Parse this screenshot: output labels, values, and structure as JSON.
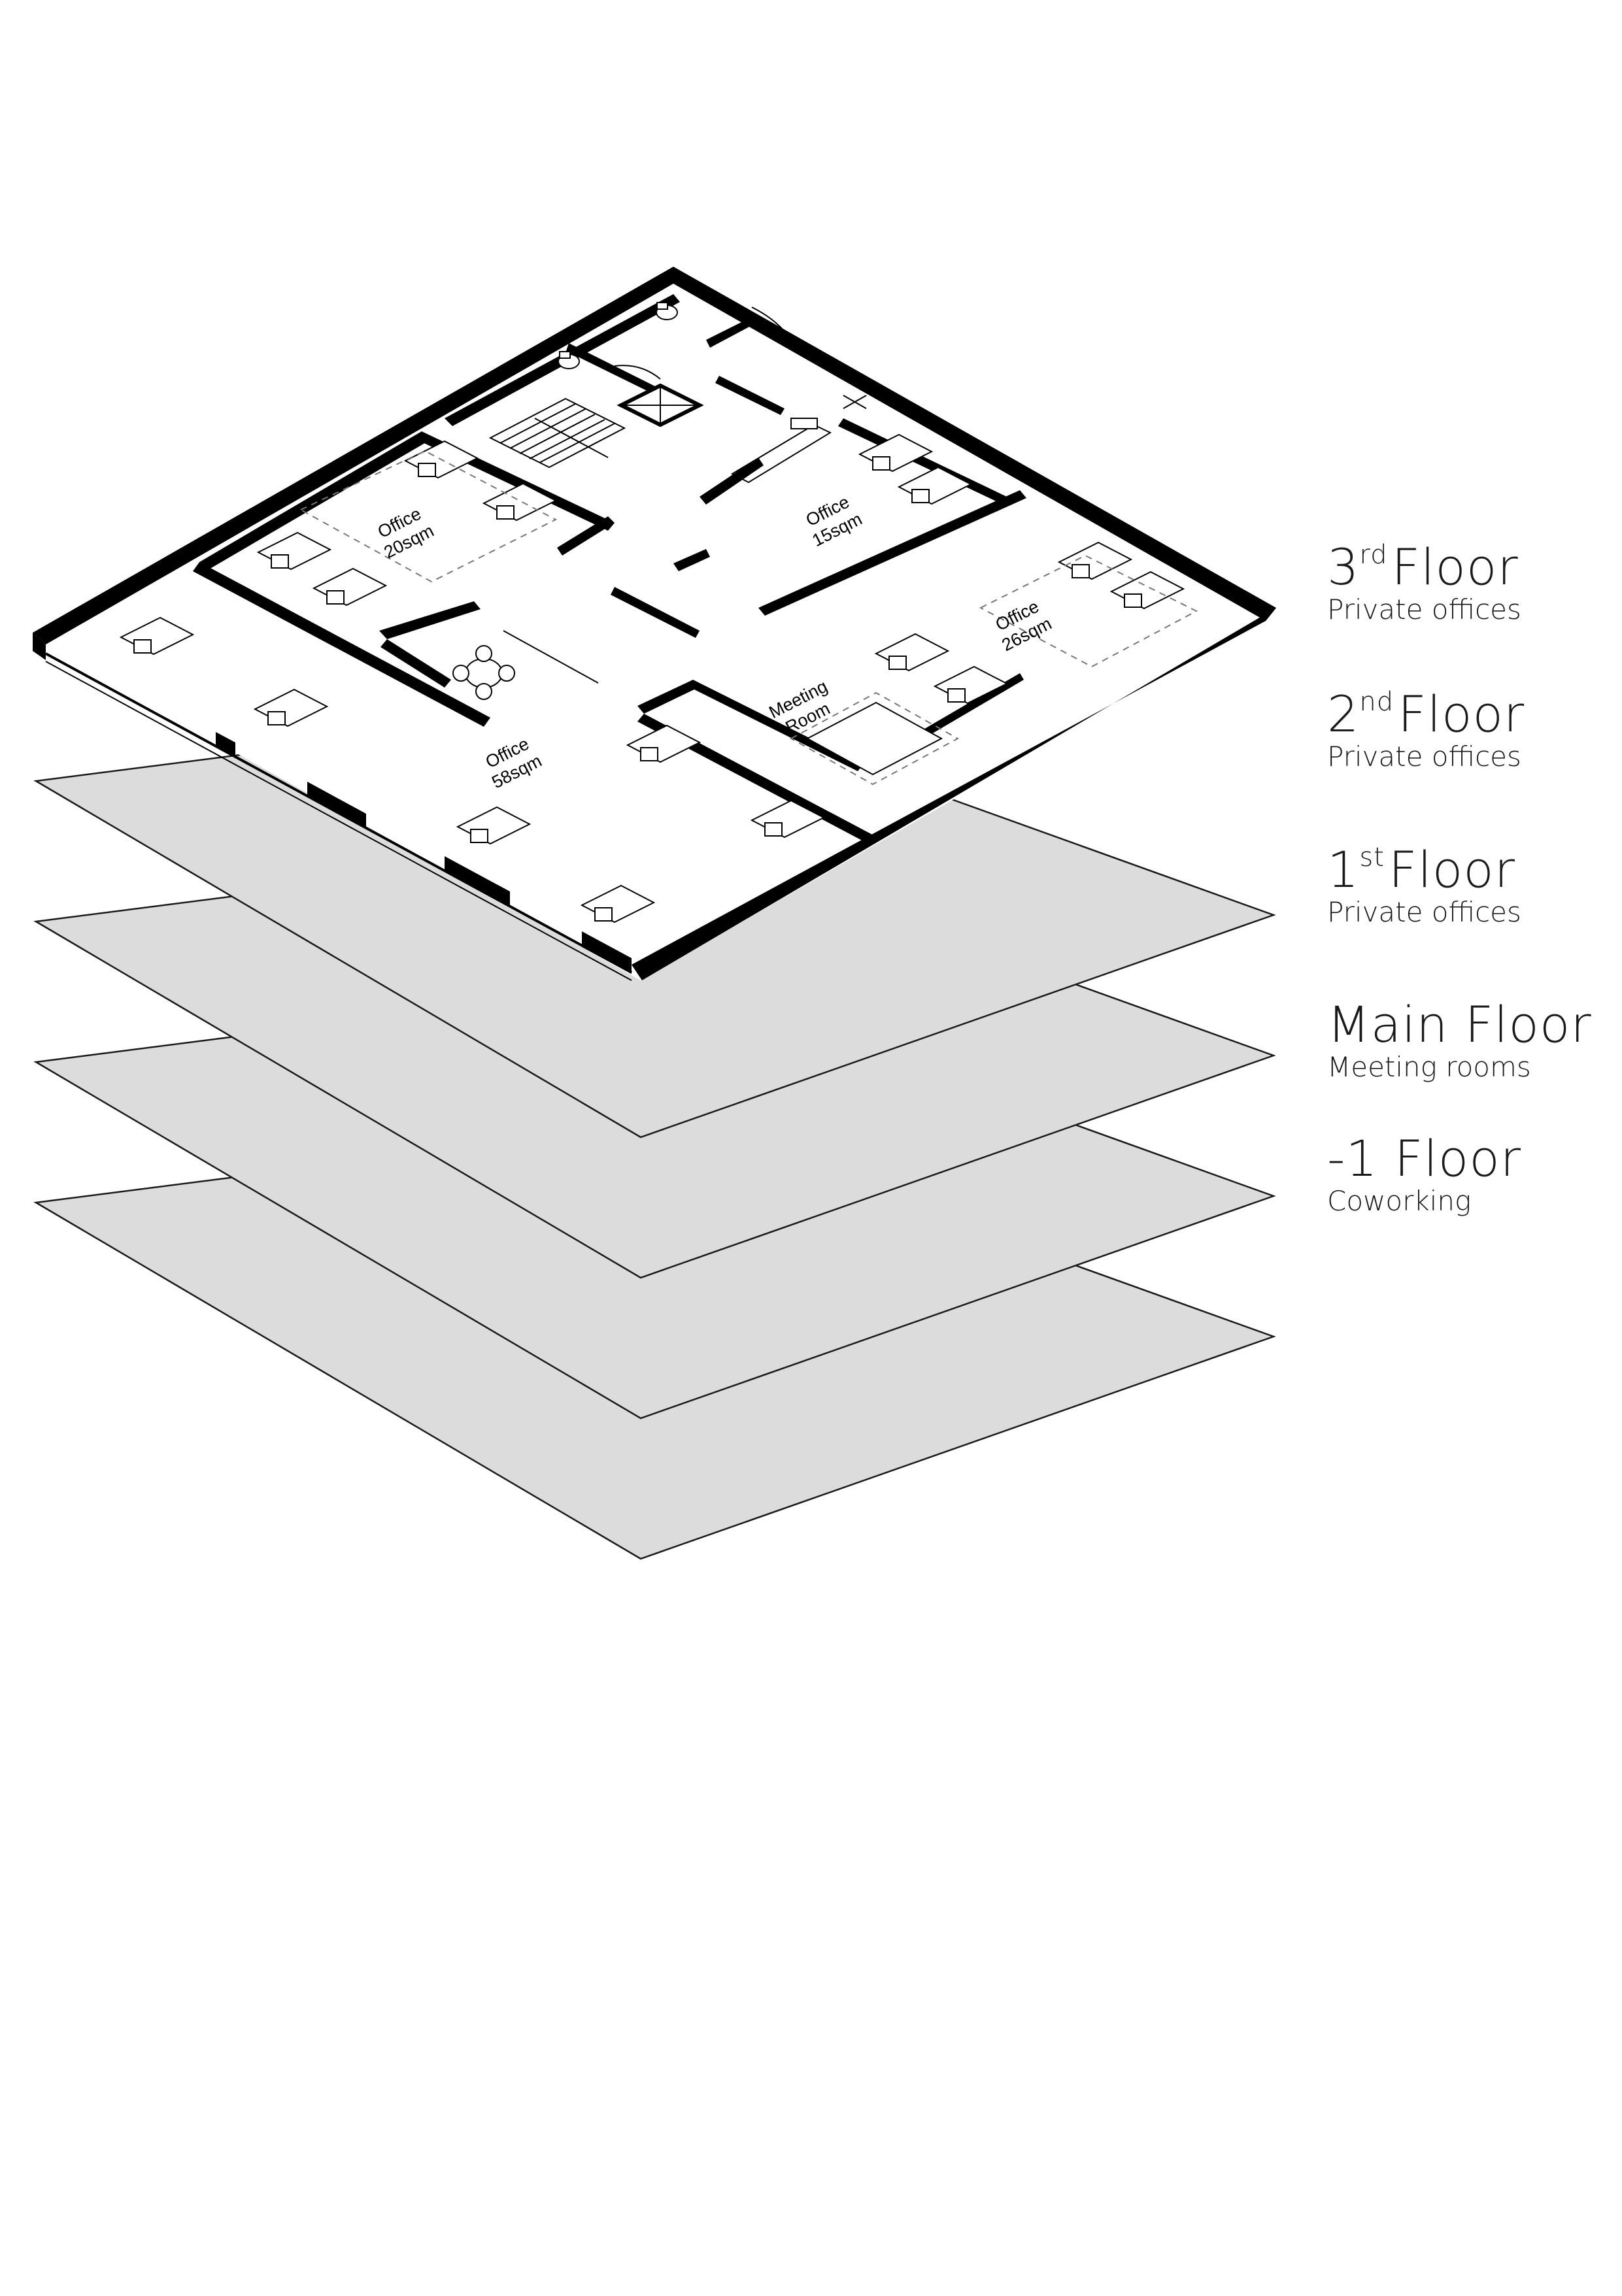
{
  "rooms": {
    "office_20": {
      "name": "Office",
      "area": "20sqm"
    },
    "office_15": {
      "name": "Office",
      "area": "15sqm"
    },
    "office_26": {
      "name": "Office",
      "area": "26sqm"
    },
    "office_58": {
      "name": "Office",
      "area": "58sqm"
    },
    "meeting": {
      "name": "Meeting",
      "name2": "Room"
    }
  },
  "legend": [
    {
      "prefix": "3",
      "sup": "rd",
      "title": "Floor",
      "subtitle": "Private offices"
    },
    {
      "prefix": "2",
      "sup": "nd",
      "title": "Floor",
      "subtitle": "Private offices"
    },
    {
      "prefix": "1",
      "sup": "st",
      "title": "Floor",
      "subtitle": "Private offices"
    },
    {
      "prefix": "",
      "sup": "",
      "title": "Main Floor",
      "subtitle": "Meeting rooms"
    },
    {
      "prefix": "",
      "sup": "",
      "title": "-1 Floor",
      "subtitle": "Coworking"
    }
  ]
}
